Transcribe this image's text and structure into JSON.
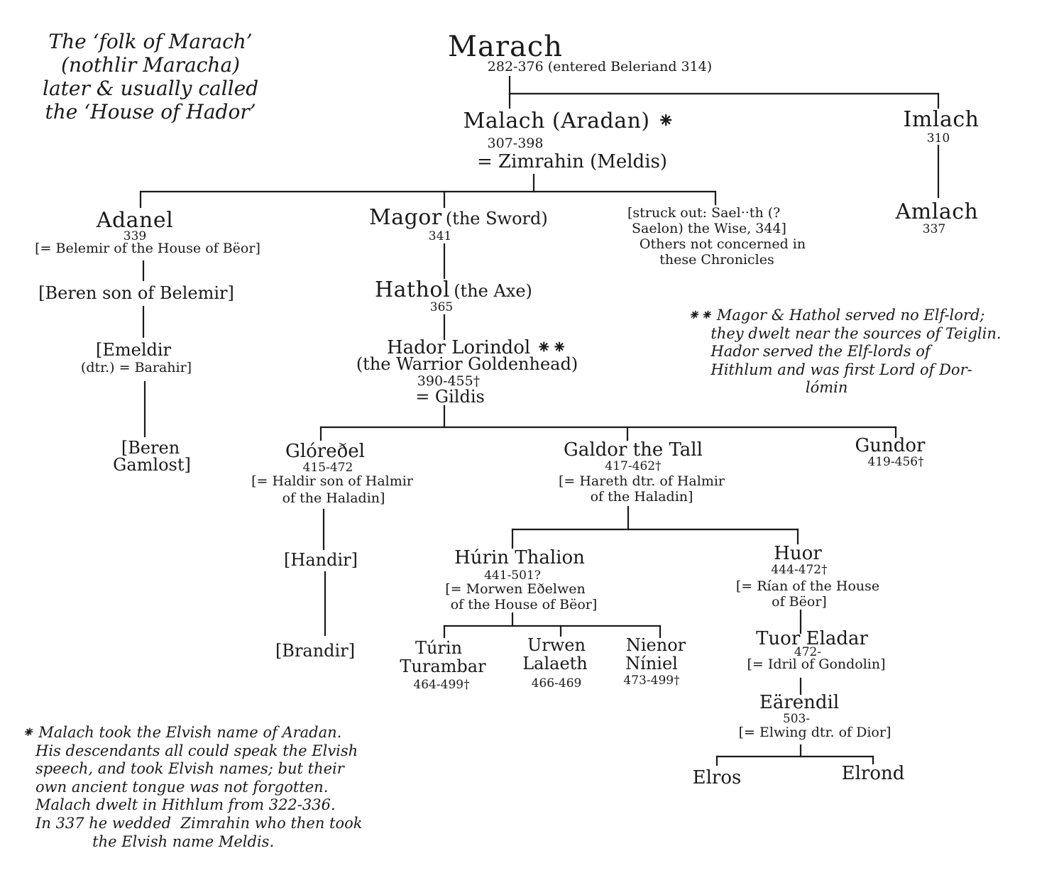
{
  "title": "The ‘folk of Marach’\n(nothlir Maracha)\nlater & usually called\nthe ‘House of Hador’",
  "people": {
    "marach": {
      "name": "Marach",
      "dates": "282-376 (entered Beleriand 314)"
    },
    "malach": {
      "name": "Malach (Aradan) ⁕",
      "dates": "307-398",
      "spouse": "= Zimrahin (Meldis)"
    },
    "imlach": {
      "name": "Imlach",
      "dates": "310"
    },
    "amlach": {
      "name": "Amlach",
      "dates": "337"
    },
    "adanel": {
      "name": "Adanel",
      "dates": "339",
      "spouse": "[= Belemir of the House of Bëor]"
    },
    "beren_belemir": {
      "name": "[Beren son of Belemir]"
    },
    "emeldir": {
      "name": "[Emeldir",
      "spouse": "(dtr.) = Barahir]"
    },
    "beren_gamlost": {
      "line1": "[Beren",
      "line2": "Gamlost]"
    },
    "magor": {
      "name": "Magor",
      "epithet": "(the Sword)",
      "dates": "341"
    },
    "saeloth": {
      "line1": "[struck out: Sael··th (?",
      "line2": "Saelon) the Wise, 344]",
      "line3": "Others not concerned in",
      "line4": "these Chronicles"
    },
    "hathol": {
      "name": "Hathol",
      "epithet": "(the Axe)",
      "dates": "365"
    },
    "hador": {
      "name": "Hador Lorindol ⁕⁕",
      "epithet": "(the Warrior Goldenhead)",
      "dates": "390-455†",
      "spouse": "= Gildis"
    },
    "gloredel": {
      "name": "Glóreðel",
      "dates": "415-472",
      "spouse1": "[= Haldir son of Halmir",
      "spouse2": "of the Haladin]"
    },
    "galdor": {
      "name": "Galdor the Tall",
      "dates": "417-462†",
      "spouse1": "[= Hareth dtr. of Halmir",
      "spouse2": "of the Haladin]"
    },
    "gundor": {
      "name": "Gundor",
      "dates": "419-456†"
    },
    "handir": {
      "name": "[Handir]"
    },
    "brandir": {
      "name": "[Brandir]"
    },
    "hurin": {
      "name": "Húrin Thalion",
      "dates": "441-501?",
      "spouse1": "[= Morwen Eðelwen",
      "spouse2": "of the House of Bëor]"
    },
    "huor": {
      "name": "Huor",
      "dates": "444-472†",
      "spouse1": "[= Rían of the House",
      "spouse2": "of Bëor]"
    },
    "turin": {
      "line1": "Túrin",
      "line2": "Turambar",
      "dates": "464-499†"
    },
    "urwen": {
      "line1": "Urwen",
      "line2": "Lalaeth",
      "dates": "466-469"
    },
    "nienor": {
      "line1": "Nienor",
      "line2": "Níniel",
      "dates": "473-499†"
    },
    "tuor": {
      "name": "Tuor Eladar",
      "dates": "472-",
      "spouse": "[= Idril of Gondolin]"
    },
    "earendil": {
      "name": "Eärendil",
      "dates": "503-",
      "spouse": "[= Elwing dtr. of Dior]"
    },
    "elros": {
      "name": "Elros"
    },
    "elrond": {
      "name": "Elrond"
    }
  },
  "notes": {
    "hador_note": "⁕⁕ Magor & Hathol served no Elf-lord;\n     they dwelt near the sources of Teiglin.\n     Hador served the Elf-lords of\n     Hithlum and was first Lord of Dor-\n                         lómin",
    "malach_note": "⁕ Malach took the Elvish name of Aradan.\n   His descendants all could speak the Elvish\n   speech, and took Elvish names; but their\n   own ancient tongue was not forgotten.\n   Malach dwelt in Hithlum from 322-336.\n   In 337 he wedded  Zimrahin who then took\n               the Elvish name Meldis."
  },
  "colors": {
    "ink": "#1a1a1a",
    "paper": "#ffffff"
  }
}
